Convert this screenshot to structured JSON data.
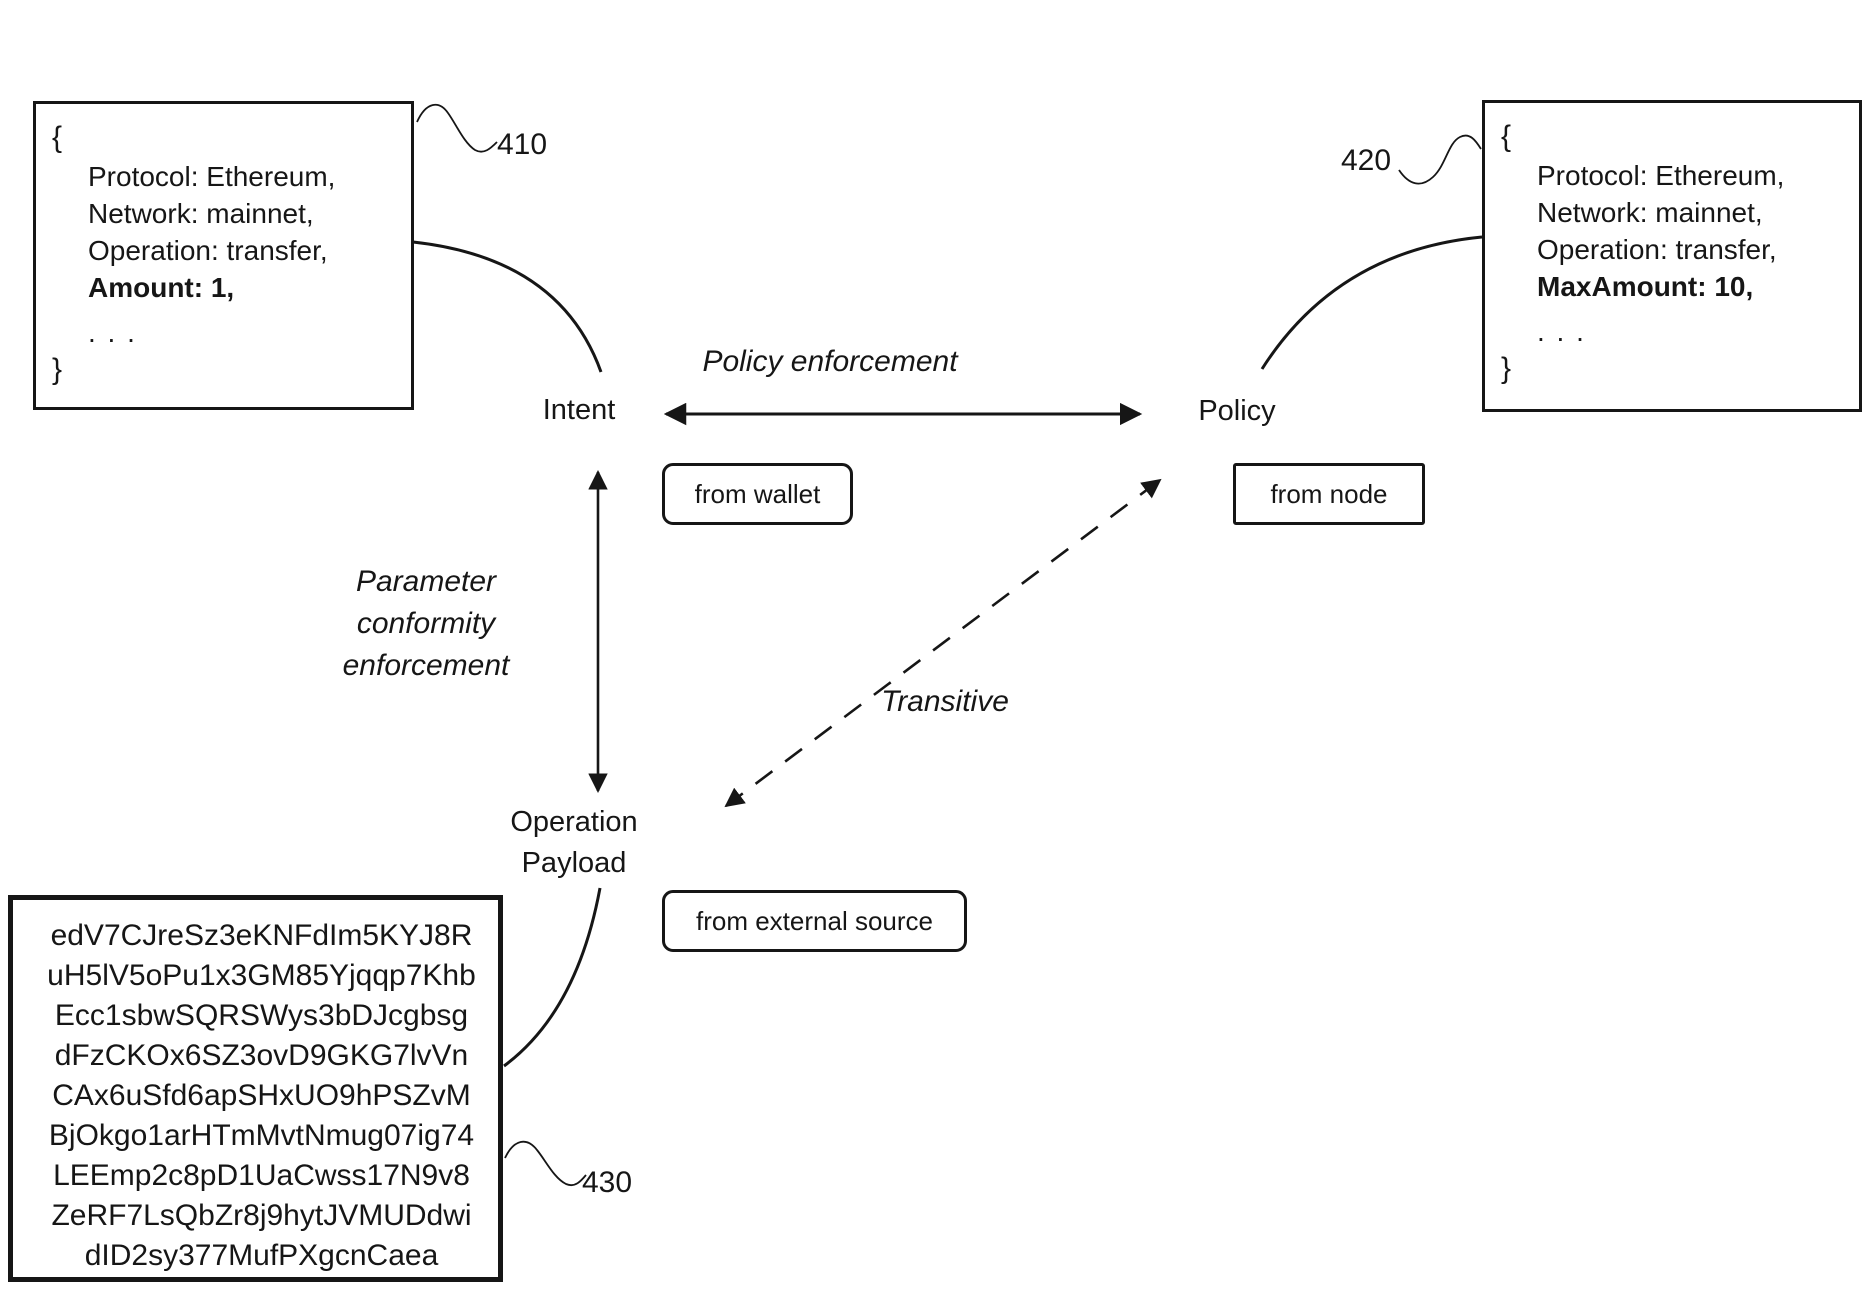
{
  "figure": {
    "refs": {
      "intent_box": "410",
      "policy_box": "420",
      "payload_box": "430"
    },
    "intent_box": {
      "brace_open": "{",
      "lines": [
        "Protocol: Ethereum,",
        "Network: mainnet,",
        "Operation: transfer,",
        "Amount: 1,"
      ],
      "ellipsis": ". . .",
      "brace_close": "}"
    },
    "policy_box": {
      "brace_open": "{",
      "lines": [
        "Protocol: Ethereum,",
        "Network: mainnet,",
        "Operation: transfer,",
        "MaxAmount: 10,"
      ],
      "ellipsis": ". . .",
      "brace_close": "}"
    },
    "payload_box": {
      "lines": [
        "edV7CJreSz3eKNFdIm5KYJ8R",
        "uH5lV5oPu1x3GM85Yjqqp7Khb",
        "Ecc1sbwSQRSWys3bDJcgbsg",
        "dFzCKOx6SZ3ovD9GKG7lvVn",
        "CAx6uSfd6apSHxUO9hPSZvM",
        "BjOkgo1arHTmMvtNmug07ig74",
        "LEEmp2c8pD1UaCwss17N9v8",
        "ZeRF7LsQbZr8j9hytJVMUDdwi",
        "dID2sy377MufPXgcnCaea"
      ]
    },
    "nodes": {
      "intent": "Intent",
      "policy": "Policy",
      "payload_line1": "Operation",
      "payload_line2": "Payload"
    },
    "edge_labels": {
      "policy_enforcement": "Policy enforcement",
      "parameter_line1": "Parameter",
      "parameter_line2": "conformity",
      "parameter_line3": "enforcement",
      "transitive": "Transitive"
    },
    "source_tags": {
      "wallet": "from wallet",
      "node": "from node",
      "external": "from external source"
    },
    "colors": {
      "ink": "#161616",
      "background": "#ffffff"
    }
  }
}
